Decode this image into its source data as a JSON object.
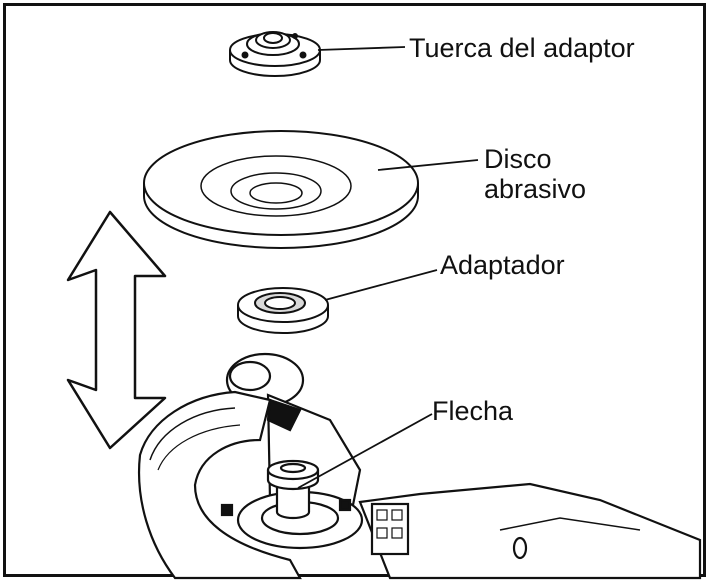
{
  "labels": {
    "adapter_nut": "Tuerca del adaptor",
    "disc_line1": "Disco",
    "disc_line2": "abrasivo",
    "adapter": "Adaptador",
    "shaft": "Flecha"
  },
  "colors": {
    "line": "#111111",
    "background": "#ffffff",
    "shade": "#d9d9d9"
  }
}
